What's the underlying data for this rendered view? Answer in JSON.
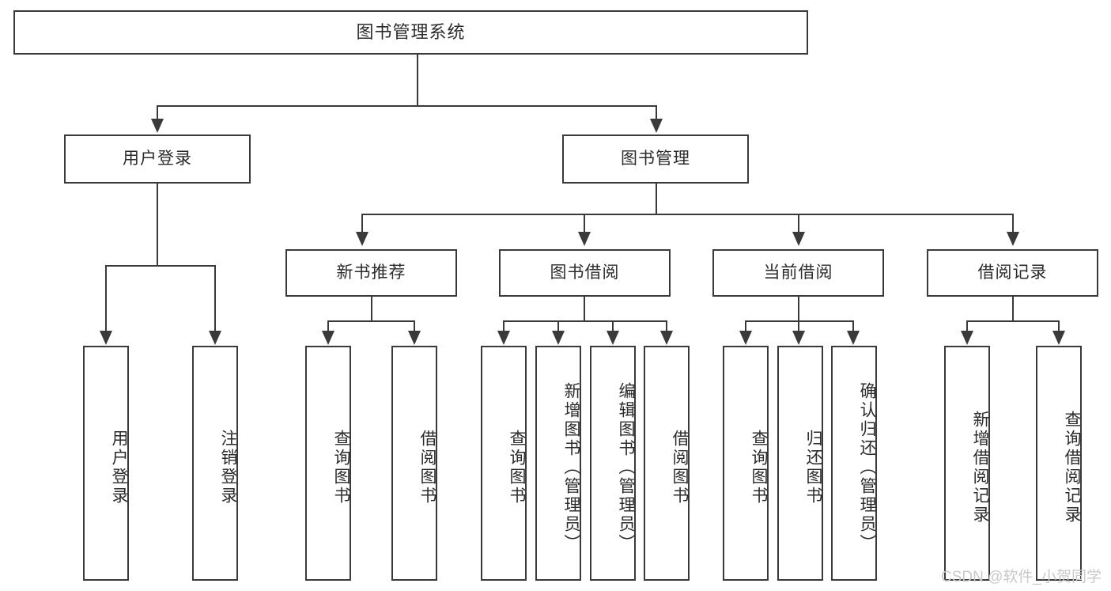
{
  "diagram": {
    "title": "图书管理系统",
    "type": "hierarchy-tree",
    "root": {
      "label": "图书管理系统"
    },
    "level2": [
      {
        "label": "用户登录"
      },
      {
        "label": "图书管理"
      }
    ],
    "level3": [
      {
        "label": "新书推荐"
      },
      {
        "label": "图书借阅"
      },
      {
        "label": "当前借阅"
      },
      {
        "label": "借阅记录"
      }
    ],
    "leaves": {
      "user_login": [
        {
          "label": "用户登录"
        },
        {
          "label": "注销登录"
        }
      ],
      "new_book_recommend": [
        {
          "label": "查询图书"
        },
        {
          "label": "借阅图书"
        }
      ],
      "book_borrow": [
        {
          "label": "查询图书"
        },
        {
          "label": "新增图书（管理员）"
        },
        {
          "label": "编辑图书（管理员）"
        },
        {
          "label": "借阅图书"
        }
      ],
      "current_borrow": [
        {
          "label": "查询图书"
        },
        {
          "label": "归还图书"
        },
        {
          "label": "确认归还（管理员）"
        }
      ],
      "borrow_record": [
        {
          "label": "新增借阅记录"
        },
        {
          "label": "查询借阅记录"
        }
      ]
    }
  },
  "watermark": {
    "text": "CSDN @软件_小贺同学"
  },
  "colors": {
    "stroke": "#3a3a3a",
    "text": "#2b2b2b",
    "background": "#ffffff",
    "watermark": "#c9c9c9"
  }
}
